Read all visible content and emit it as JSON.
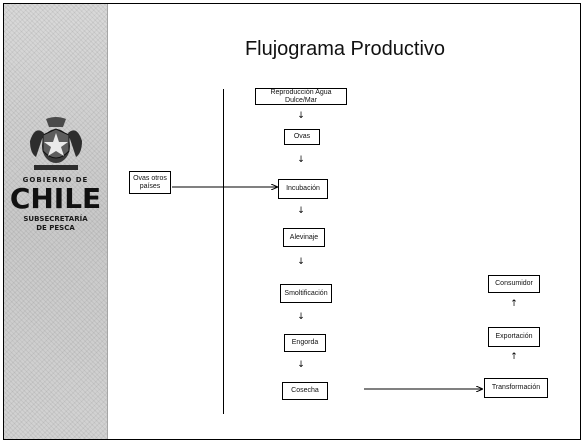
{
  "title": "Flujograma Productivo",
  "logo": {
    "govt_text": "GOBIERNO DE",
    "country_text": "CHILE",
    "sub_text_1": "SUBSECRETARÍA",
    "sub_text_2": "DE PESCA"
  },
  "flow": {
    "main_steps": [
      "Reproducción Agua Dulce/Mar",
      "Ovas",
      "Incubación",
      "Alevinaje",
      "Smoltificación",
      "Engorda",
      "Cosecha"
    ],
    "external_input": "Ovas otros países",
    "output_steps": [
      "Transformación",
      "Exportación",
      "Consumidor"
    ]
  },
  "colors": {
    "line": "#000000",
    "node_border": "#000000"
  }
}
